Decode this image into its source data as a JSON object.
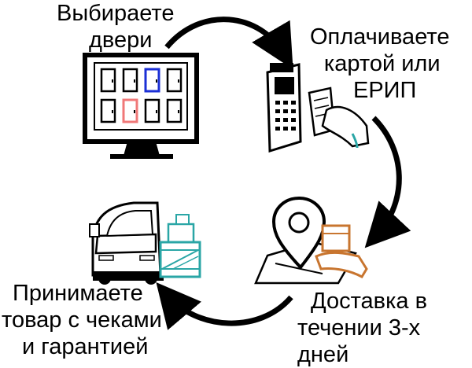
{
  "steps": {
    "choose": {
      "lines": [
        "Выбираете",
        "двери"
      ]
    },
    "pay": {
      "lines": [
        "Оплачиваете",
        "картой или",
        "ЕРИП"
      ]
    },
    "delivery": {
      "lines": [
        "Доставка в",
        "течении 3-х дней"
      ]
    },
    "receive": {
      "lines": [
        "Принимаете",
        "товар с чеками",
        "и гарантией"
      ]
    }
  },
  "colors": {
    "blue_door": "#1b2fd6",
    "red_door": "#f07878",
    "teal": "#2aa6a6",
    "orange": "#c8752f",
    "ink": "#000000"
  },
  "icons": [
    "monitor-doors-icon",
    "payment-terminal-icon",
    "map-pin-box-icon",
    "delivery-van-icon"
  ]
}
